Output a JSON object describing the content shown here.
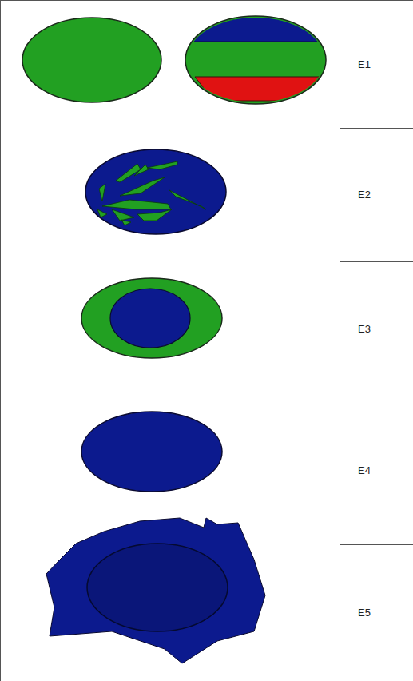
{
  "diagram": {
    "labels": [
      "E1",
      "E2",
      "E3",
      "E4",
      "E5"
    ]
  }
}
